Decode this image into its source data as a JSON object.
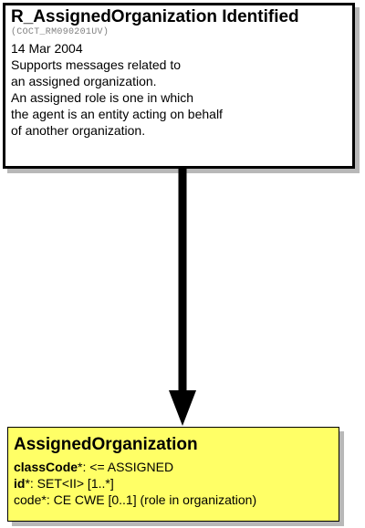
{
  "header_box": {
    "title": "R_AssignedOrganization Identified",
    "identifier": "(COCT_RM090201UV)",
    "date": "14 Mar 2004",
    "description_lines": [
      "Supports messages related to",
      "an assigned organization.",
      "An assigned role is one in which",
      "the agent is an entity acting on behalf",
      "of another organization."
    ]
  },
  "class_box": {
    "name": "AssignedOrganization",
    "attributes": [
      {
        "name": "classCode",
        "marker": "*",
        "rest": ": <= ASSIGNED"
      },
      {
        "name": "id",
        "marker": "*",
        "rest": ": SET<II> [1..*]"
      },
      {
        "name": "code",
        "marker": "*",
        "rest": ": CE CWE [0..1] (role in organization)"
      }
    ]
  },
  "colors": {
    "class_fill": "#ffff66",
    "border": "#000000",
    "identifier_text": "#808080"
  }
}
